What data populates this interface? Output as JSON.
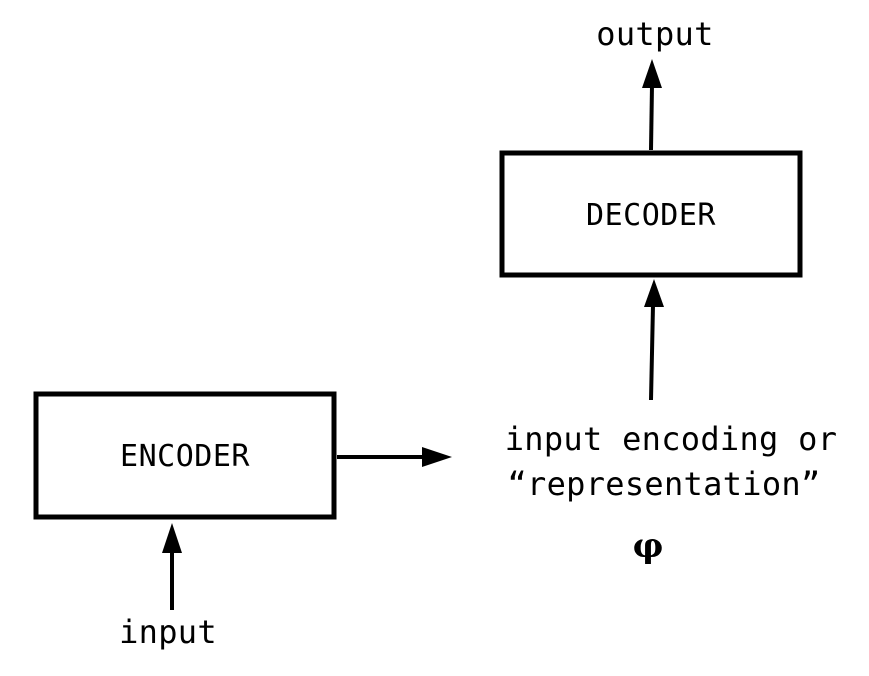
{
  "diagram": {
    "encoder_label": "ENCODER",
    "decoder_label": "DECODER",
    "input_label": "input",
    "output_label": "output",
    "representation_line1": "input encoding or",
    "representation_line2": "“representation”",
    "phi_symbol": "φ"
  }
}
